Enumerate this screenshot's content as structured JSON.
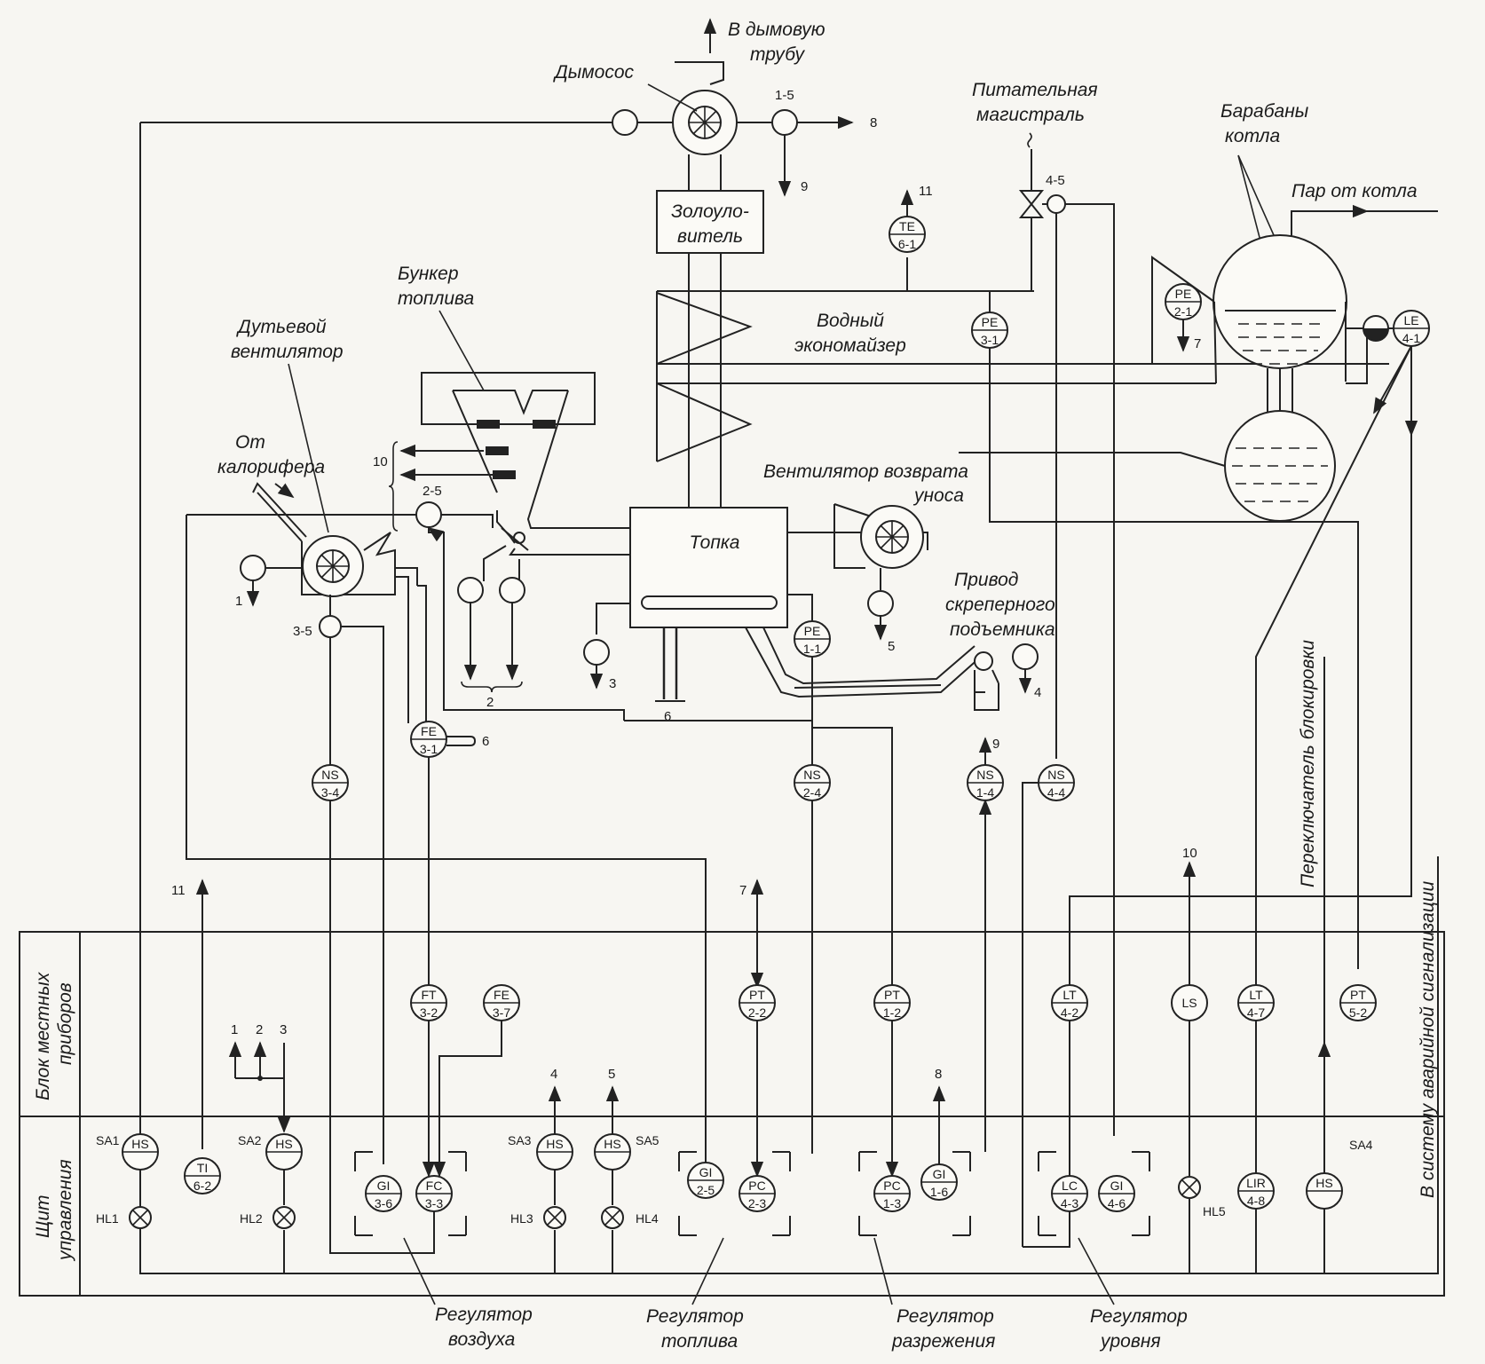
{
  "labels": {
    "chimney": "В дымовую\nтрубу",
    "smoke_exhauster": "Дымосос",
    "feed_main": "Питательная\nмагистраль",
    "boiler_drums": "Барабаны\nкотла",
    "steam_out": "Пар от котла",
    "ash_catcher": "Золоуло-\nвитель",
    "fuel_bunker": "Бункер\nтоплива",
    "blower_fan": "Дутьевой\nвентилятор",
    "from_heater": "От\nкалорифера",
    "water_economizer": "Водный\nэкономайзер",
    "return_fan": "Вентилятор возврата\nуноса",
    "furnace": "Топка",
    "scraper_drive": "Привод\nскреперного\nподъемника",
    "local_block": "Блок местных\nприборов",
    "control_panel": "Щит\nуправления",
    "interlock_switch": "Переключатель блокировки",
    "alarm_system": "В систему аварийной сигнализации",
    "reg_air": "Регулятор\nвоздуха",
    "reg_fuel": "Регулятор\nтоплива",
    "reg_draft": "Регулятор\nразрежения",
    "reg_level": "Регулятор\nуровня"
  },
  "instruments": [
    {
      "id": "te61",
      "tag": "TE",
      "num": "6-1"
    },
    {
      "id": "pe31",
      "tag": "PE",
      "num": "3-1"
    },
    {
      "id": "pe21",
      "tag": "PE",
      "num": "2-1"
    },
    {
      "id": "le41",
      "tag": "LE",
      "num": "4-1"
    },
    {
      "id": "pe11",
      "tag": "PE",
      "num": "1-1"
    },
    {
      "id": "fe31",
      "tag": "FE",
      "num": "3-1"
    },
    {
      "id": "ns34",
      "tag": "NS",
      "num": "3-4"
    },
    {
      "id": "ns24",
      "tag": "NS",
      "num": "2-4"
    },
    {
      "id": "ns14",
      "tag": "NS",
      "num": "1-4"
    },
    {
      "id": "ns44",
      "tag": "NS",
      "num": "4-4"
    },
    {
      "id": "ft32",
      "tag": "FT",
      "num": "3-2"
    },
    {
      "id": "fe37",
      "tag": "FE",
      "num": "3-7"
    },
    {
      "id": "pt22",
      "tag": "PT",
      "num": "2-2"
    },
    {
      "id": "pt12",
      "tag": "PT",
      "num": "1-2"
    },
    {
      "id": "lt42",
      "tag": "LT",
      "num": "4-2"
    },
    {
      "id": "ls",
      "tag": "LS",
      "num": ""
    },
    {
      "id": "lt47",
      "tag": "LT",
      "num": "4-7"
    },
    {
      "id": "pt52",
      "tag": "PT",
      "num": "5-2"
    },
    {
      "id": "ti62",
      "tag": "TI",
      "num": "6-2"
    },
    {
      "id": "gi36",
      "tag": "GI",
      "num": "3-6"
    },
    {
      "id": "fc33",
      "tag": "FC",
      "num": "3-3"
    },
    {
      "id": "gi25",
      "tag": "GI",
      "num": "2-5"
    },
    {
      "id": "pc23",
      "tag": "PC",
      "num": "2-3"
    },
    {
      "id": "pc13",
      "tag": "PC",
      "num": "1-3"
    },
    {
      "id": "gi16",
      "tag": "GI",
      "num": "1-6"
    },
    {
      "id": "lc43",
      "tag": "LC",
      "num": "4-3"
    },
    {
      "id": "gi46",
      "tag": "GI",
      "num": "4-6"
    },
    {
      "id": "lir48",
      "tag": "LIR",
      "num": "4-8"
    }
  ],
  "switches": [
    {
      "id": "sa1",
      "tag": "HS",
      "name": "SA1",
      "lamp": "HL1"
    },
    {
      "id": "sa2",
      "tag": "HS",
      "name": "SA2",
      "lamp": "HL2"
    },
    {
      "id": "sa3",
      "tag": "HS",
      "name": "SA3",
      "lamp": "HL3"
    },
    {
      "id": "sa5",
      "tag": "HS",
      "name": "SA5",
      "lamp": "HL4"
    },
    {
      "id": "sa4",
      "tag": "HS",
      "name": "SA4",
      "lamp": ""
    }
  ],
  "extra_lamp": "HL5",
  "point_labels": {
    "p15": "1-5",
    "p45": "4-5",
    "p25": "2-5",
    "p35": "3-5",
    "n8": "8",
    "n9": "9",
    "n11": "11",
    "n7": "7",
    "n10": "10",
    "n1": "1",
    "n5": "5",
    "n3": "3",
    "n2": "2",
    "n6": "6",
    "n4": "4",
    "n9b": "9",
    "n6b": "6",
    "b11": "11",
    "b7": "7",
    "b10": "10",
    "b1": "1",
    "b2": "2",
    "b3": "3",
    "b4": "4",
    "b5": "5",
    "b8": "8"
  }
}
